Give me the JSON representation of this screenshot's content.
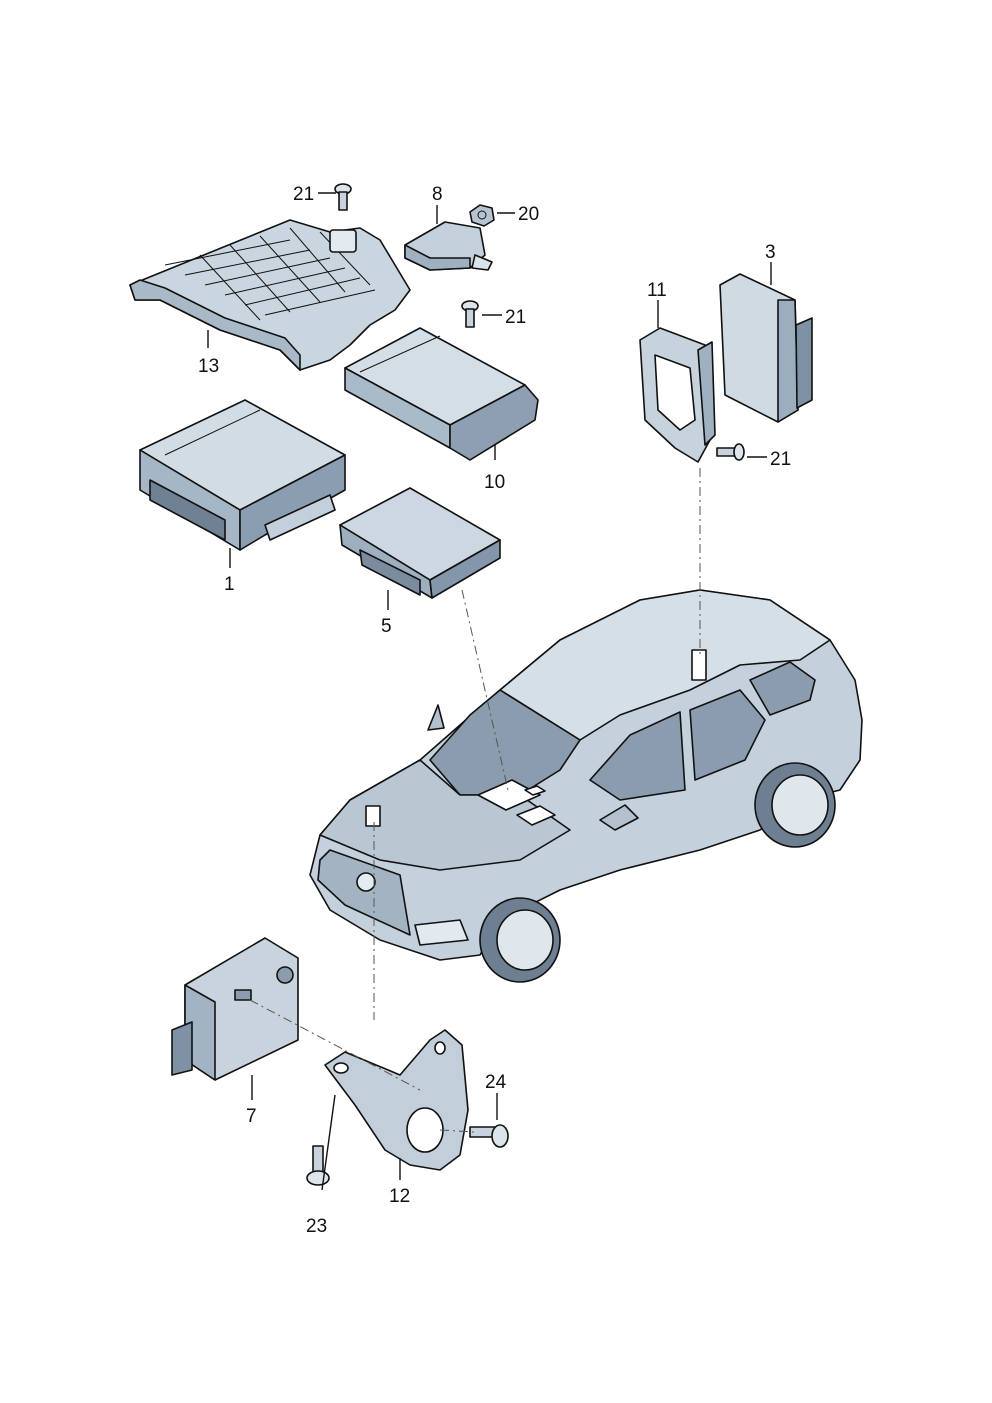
{
  "callouts": {
    "c1": "1",
    "c3": "3",
    "c5": "5",
    "c7": "7",
    "c8": "8",
    "c10": "10",
    "c11": "11",
    "c12": "12",
    "c13": "13",
    "c20": "20",
    "c21a": "21",
    "c21b": "21",
    "c21c": "21",
    "c23": "23",
    "c24": "24"
  },
  "colors": {
    "part_light": "#dfe7ee",
    "part_mid": "#bccbd8",
    "part_dark": "#8fa2b4",
    "car_body": "#c4d1dc",
    "glass": "#8a9cad",
    "outline": "#111111"
  }
}
